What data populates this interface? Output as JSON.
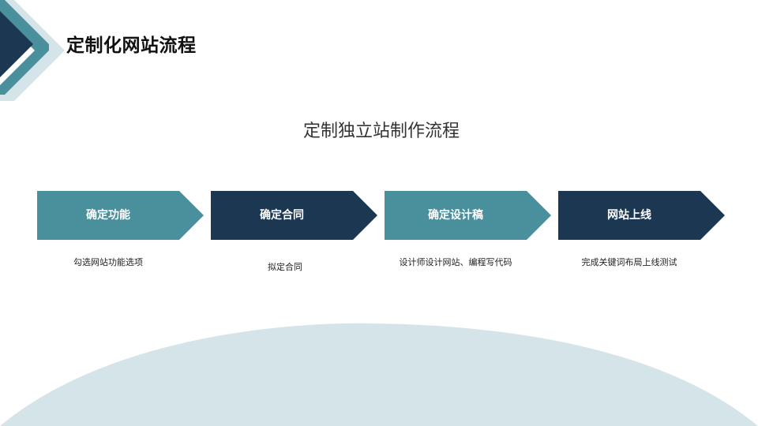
{
  "header": {
    "title": "定制化网站流程"
  },
  "main": {
    "subtitle": "定制独立站制作流程",
    "steps": [
      {
        "label": "确定功能",
        "description": "勾选网站功能选项",
        "color": "#4a8f9c"
      },
      {
        "label": "确定合同",
        "description": "拟定合同",
        "color": "#1b3752"
      },
      {
        "label": "确定设计稿",
        "description": "设计师设计网站、编程写代码",
        "color": "#4a8f9c"
      },
      {
        "label": "网站上线",
        "description": "完成关键词布局上线测试",
        "color": "#1b3752"
      }
    ]
  },
  "colors": {
    "navy": "#1b3752",
    "teal": "#4a8f9c",
    "light": "#d4e4e8"
  }
}
